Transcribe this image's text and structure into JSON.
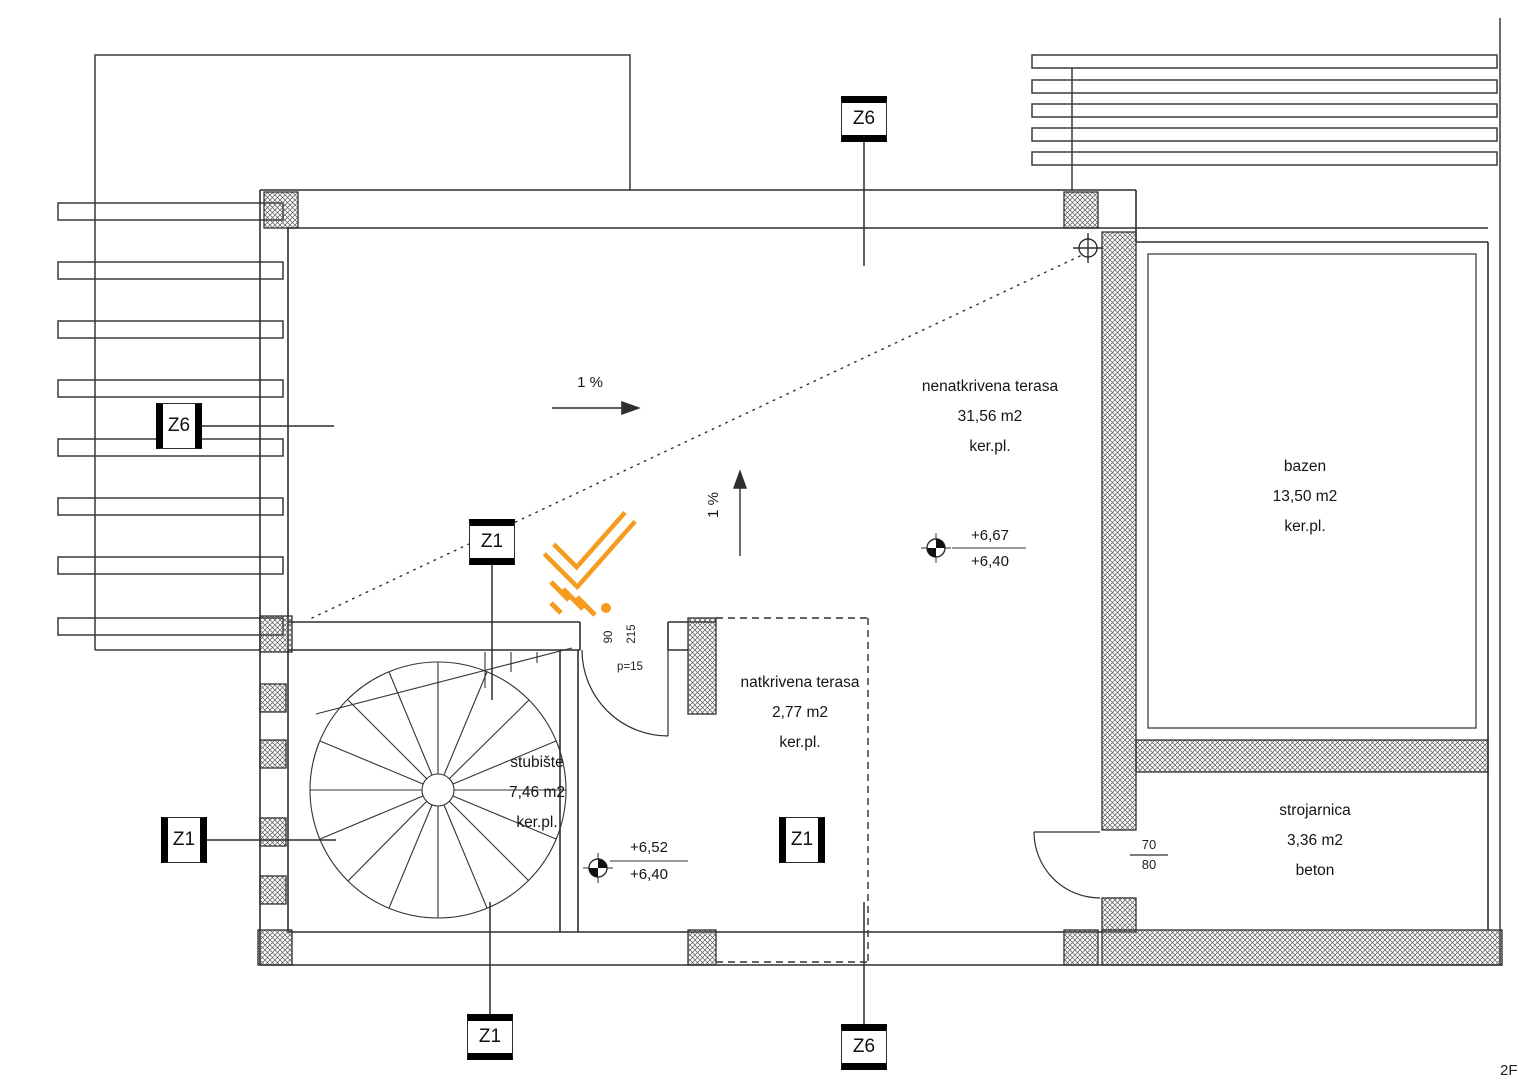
{
  "drawing": {
    "rooms": {
      "nenatkrivena_terasa": {
        "name": "nenatkrivena terasa",
        "area": "31,56 m2",
        "finish": "ker.pl."
      },
      "bazen": {
        "name": "bazen",
        "area": "13,50 m2",
        "finish": "ker.pl."
      },
      "strojarnica": {
        "name": "strojarnica",
        "area": "3,36 m2",
        "finish": "beton"
      },
      "natkrivena_terasa": {
        "name": "natkrivena terasa",
        "area": "2,77 m2",
        "finish": "ker.pl."
      },
      "stubiste": {
        "name": "stubište",
        "area": "7,46 m2",
        "finish": "ker.pl."
      }
    },
    "levels": {
      "terrace": {
        "top": "+6,67",
        "bottom": "+6,40"
      },
      "stair": {
        "top": "+6,52",
        "bottom": "+6,40"
      }
    },
    "slopes": {
      "h": "1 %",
      "v": "1 %"
    },
    "dims": {
      "door1_w": "90",
      "door1_h": "215",
      "parapet": "p=15",
      "door2_w": "70",
      "door2_h": "80"
    },
    "markers": {
      "z6": "Z6",
      "z1": "Z1"
    },
    "corner_note": "2F"
  },
  "colors": {
    "line": "#2f2f2f",
    "accent": "#f59b1e"
  }
}
